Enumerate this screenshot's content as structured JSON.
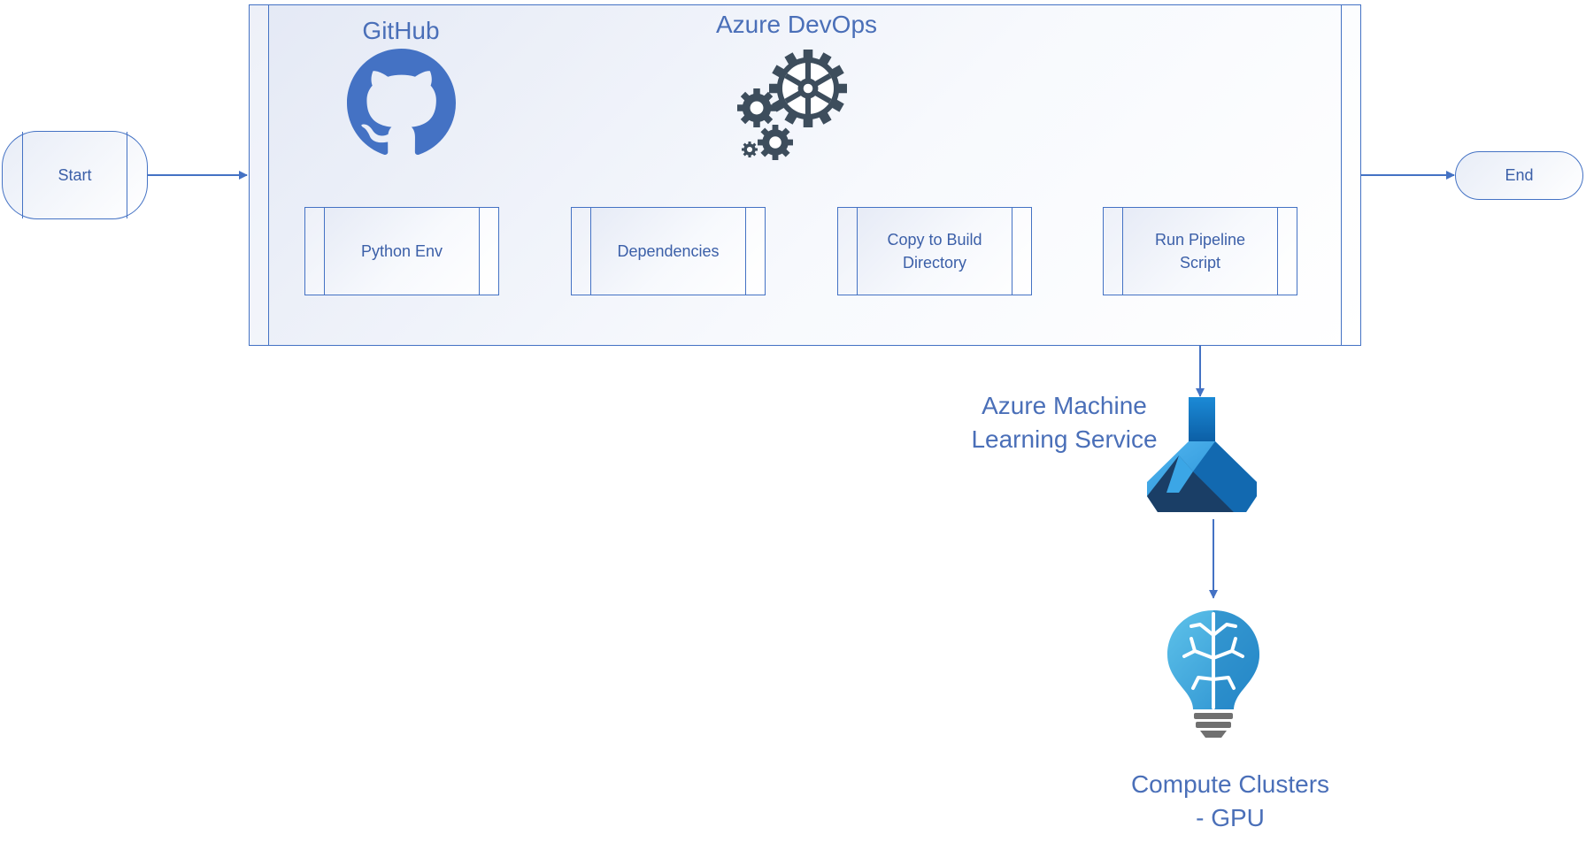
{
  "start": {
    "label": "Start"
  },
  "end": {
    "label": "End"
  },
  "github": {
    "title": "GitHub"
  },
  "devops": {
    "title": "Azure DevOps"
  },
  "steps": [
    {
      "label": "Python Env"
    },
    {
      "label": "Dependencies"
    },
    {
      "label": "Copy to Build\nDirectory"
    },
    {
      "label": "Run Pipeline\nScript"
    }
  ],
  "aml": {
    "title": "Azure Machine\nLearning Service"
  },
  "compute": {
    "title": "Compute Clusters\n- GPU"
  },
  "colors": {
    "stroke": "#4472c4",
    "text": "#4a6fb8",
    "gear": "#3d4d5c",
    "github": "#4472c4"
  },
  "icons": [
    "github-icon",
    "gears-icon",
    "azure-ml-icon",
    "lightbulb-brain-icon"
  ]
}
